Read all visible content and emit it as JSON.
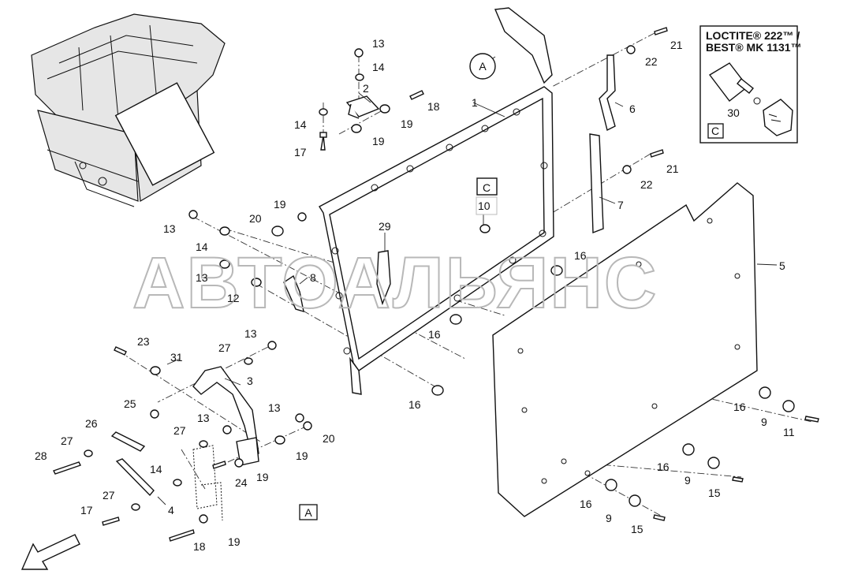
{
  "watermark": "АВТОАЛЬЯНС",
  "callouts": {
    "A_frame": "A",
    "A_detail": "A",
    "C_detail": "C",
    "C_inset": "C"
  },
  "inset": {
    "line1": "LOCTITE® 222™ /",
    "line2": "BEST® MK 1131™",
    "part_number": "30"
  },
  "part_numbers": {
    "p1": "1",
    "p2": "2",
    "p3": "3",
    "p4": "4",
    "p5": "5",
    "p6": "6",
    "p7": "7",
    "p8": "8",
    "p9a": "9",
    "p9b": "9",
    "p9c": "9",
    "p10": "10",
    "p11": "11",
    "p12": "12",
    "p13a": "13",
    "p13b": "13",
    "p13c": "13",
    "p13d": "13",
    "p13e": "13",
    "p13f": "13",
    "p14a": "14",
    "p14b": "14",
    "p14c": "14",
    "p14d": "14",
    "p15a": "15",
    "p15b": "15",
    "p16a": "16",
    "p16b": "16",
    "p16c": "16",
    "p16d": "16",
    "p16e": "16",
    "p16f": "16",
    "p17a": "17",
    "p17b": "17",
    "p18a": "18",
    "p18b": "18",
    "p19a": "19",
    "p19b": "19",
    "p19c": "19",
    "p19d": "19",
    "p19e": "19",
    "p19f": "19",
    "p20a": "20",
    "p20b": "20",
    "p21a": "21",
    "p21b": "21",
    "p22a": "22",
    "p22b": "22",
    "p23": "23",
    "p24": "24",
    "p25": "25",
    "p26": "26",
    "p27a": "27",
    "p27b": "27",
    "p27c": "27",
    "p27d": "27",
    "p28": "28",
    "p29": "29",
    "p31": "31"
  },
  "icons": {
    "direction": "direction-arrow-icon",
    "adhesive": "adhesive-bottle-icon"
  }
}
